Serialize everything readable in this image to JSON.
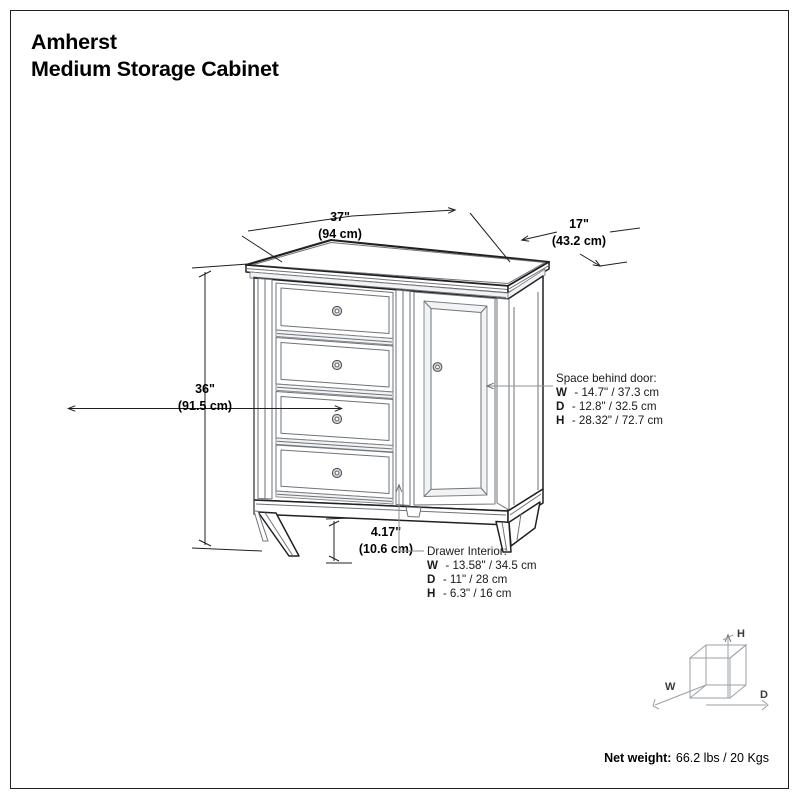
{
  "document": {
    "title_line1": "Amherst",
    "title_line2": "Medium Storage Cabinet",
    "border_color": "#231f20",
    "background": "#ffffff"
  },
  "dimensions": {
    "width": {
      "name": "width",
      "imperial": "37\"",
      "metric": "(94 cm)"
    },
    "depth": {
      "name": "depth",
      "imperial": "17\"",
      "metric": "(43.2 cm)"
    },
    "height": {
      "name": "height",
      "imperial": "36\"",
      "metric": "(91.5 cm)"
    },
    "leg_clearance": {
      "name": "leg-clearance",
      "imperial": "4.17\"",
      "metric": "(10.6 cm)"
    }
  },
  "callouts": {
    "space_behind_door": {
      "heading": "Space behind door:",
      "rows": [
        {
          "key": "W",
          "value": "- 14.7\" / 37.3 cm"
        },
        {
          "key": "D",
          "value": "- 12.8\" / 32.5 cm"
        },
        {
          "key": "H",
          "value": "- 28.32\" / 72.7 cm"
        }
      ]
    },
    "drawer_interior": {
      "heading": "Drawer Interior:",
      "rows": [
        {
          "key": "W",
          "value": "- 13.58\" / 34.5 cm"
        },
        {
          "key": "D",
          "value": "- 11\" / 28 cm"
        },
        {
          "key": "H",
          "value": "- 6.3\" / 16 cm"
        }
      ]
    }
  },
  "legend": {
    "name": "dimension-axis-legend",
    "height_axis": "H",
    "width_axis": "W",
    "depth_axis": "D"
  },
  "footer": {
    "weight_key": "Net weight:",
    "weight_value": " 66.2 lbs / 20 Kgs"
  },
  "product": {
    "drawer_count": 4,
    "door_count": 1
  },
  "colors": {
    "ink": "#231f20",
    "detail": "#6e7378",
    "shade": "#e9eaec",
    "leader": "#8b9096"
  }
}
